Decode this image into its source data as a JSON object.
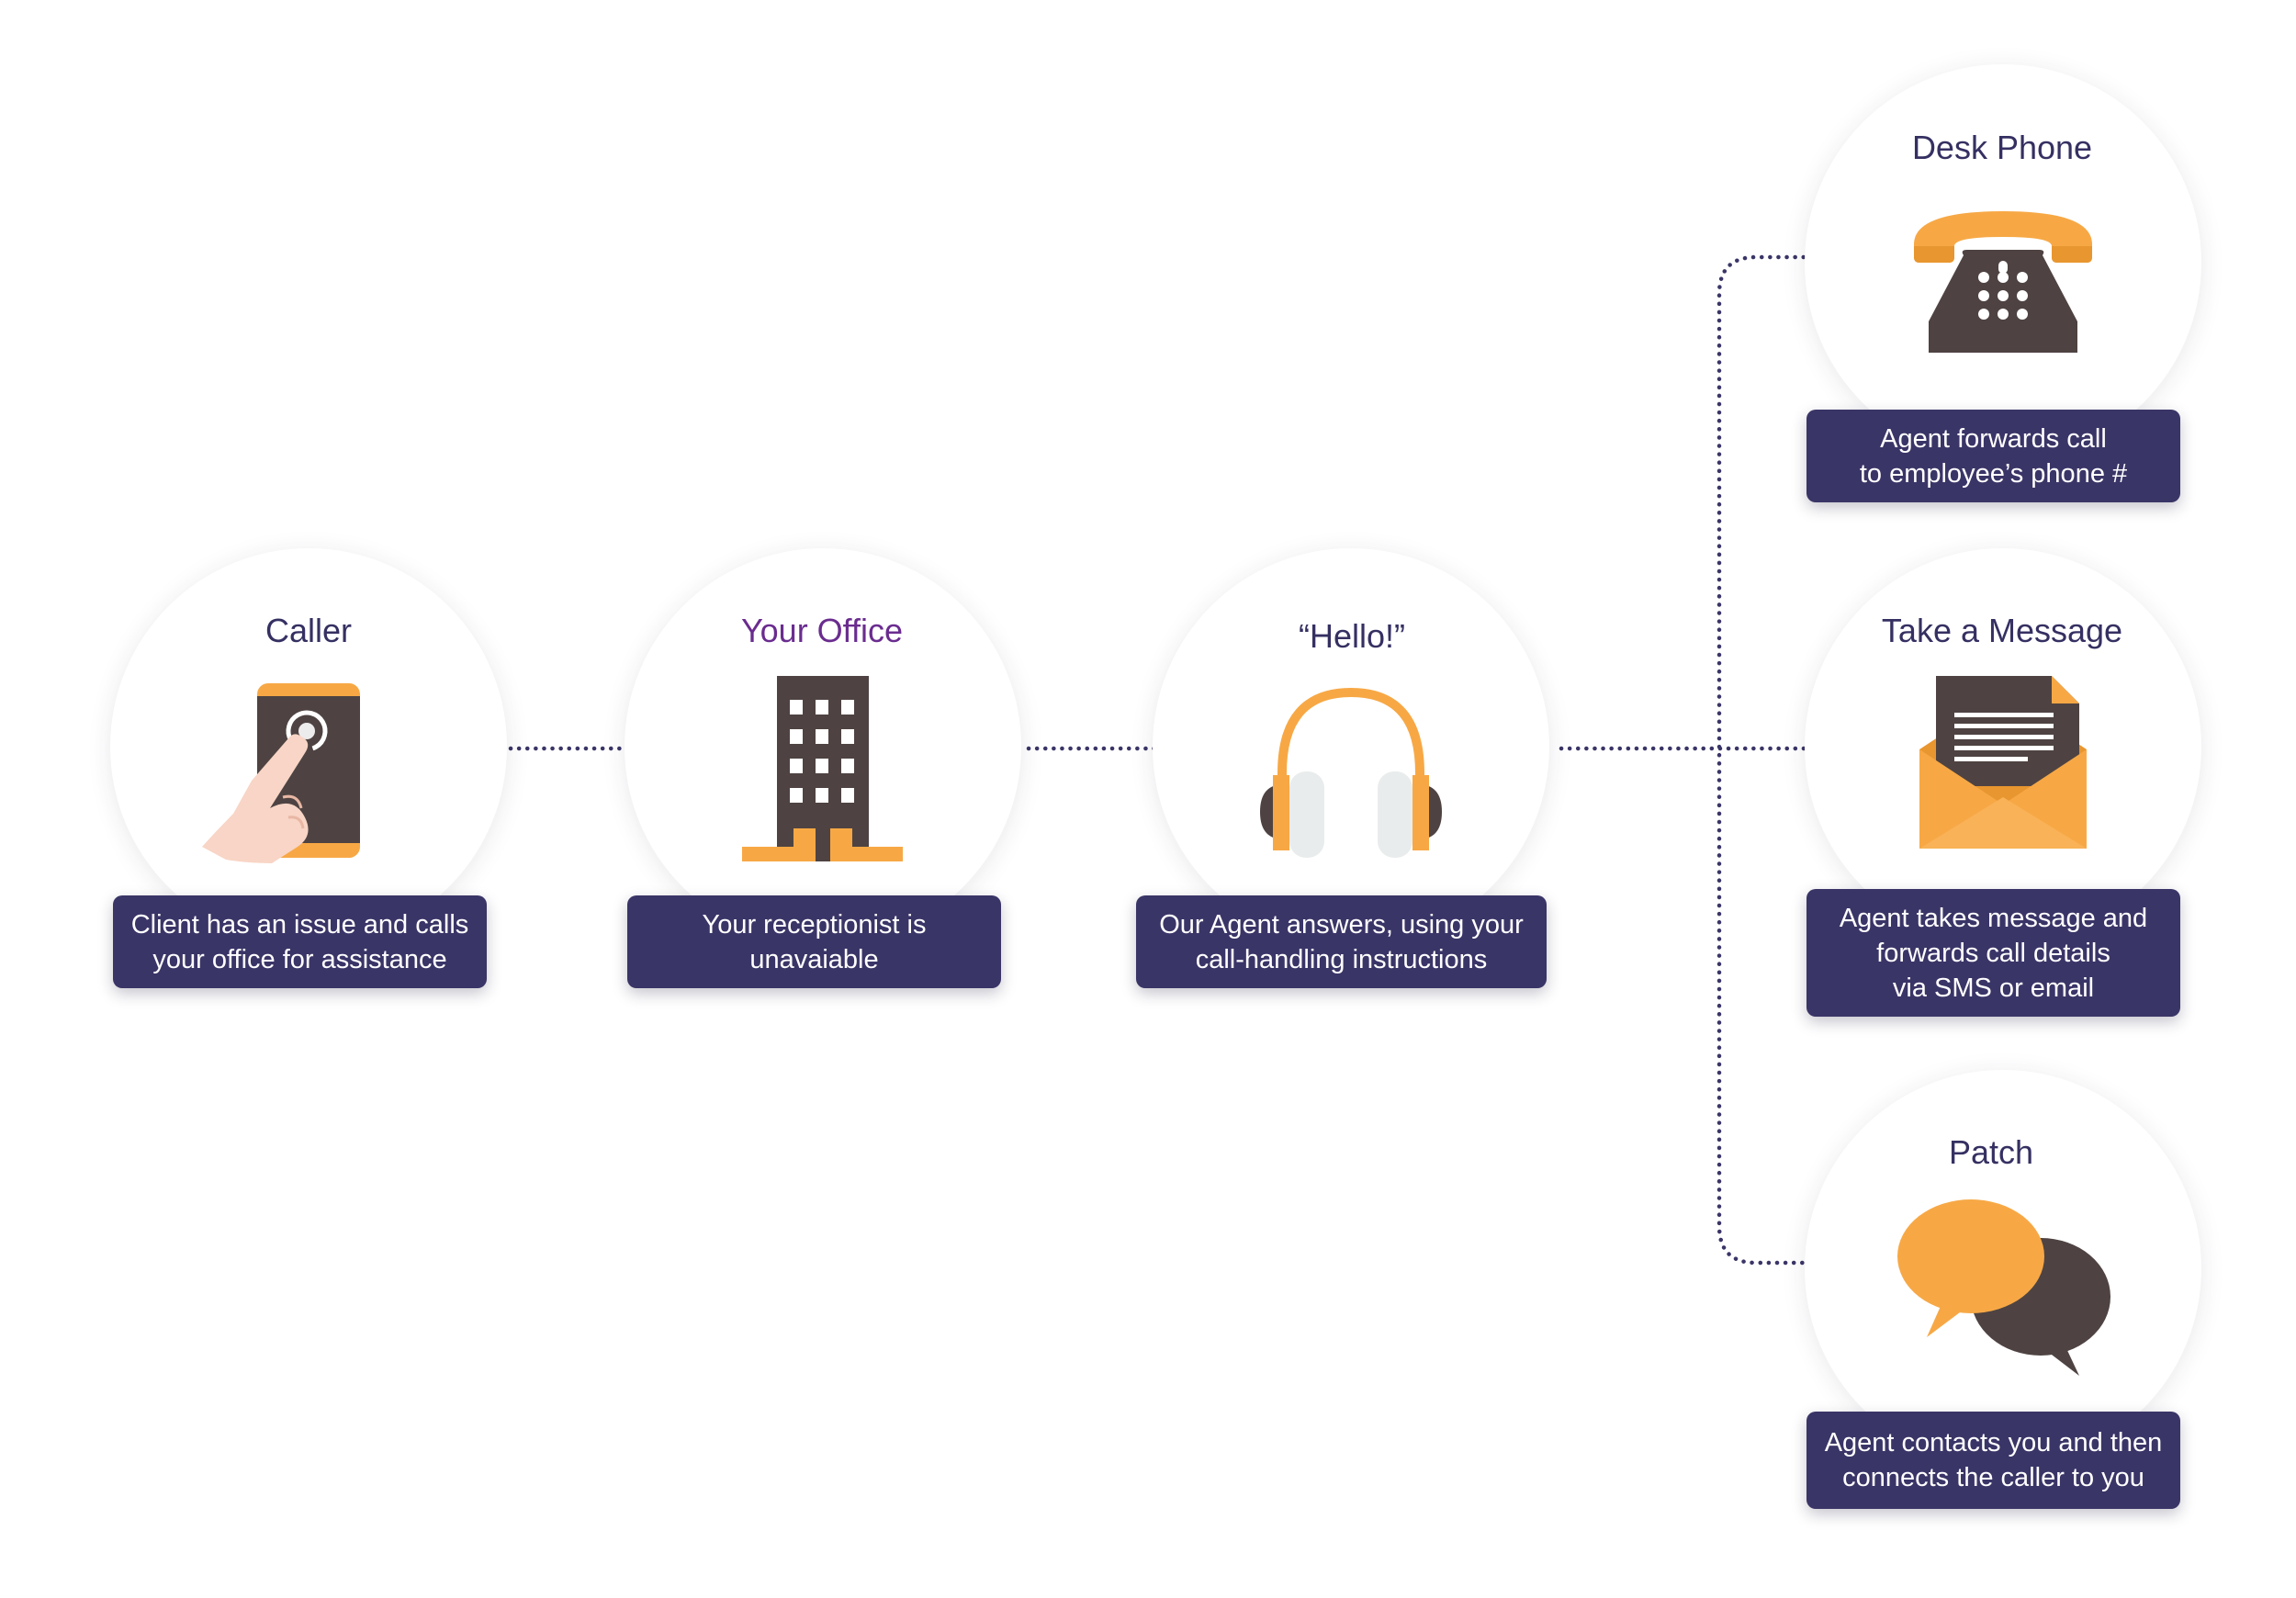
{
  "nodes": {
    "caller": {
      "title": "Caller",
      "lines": [
        "Client has an issue and calls",
        "your office for assistance"
      ]
    },
    "office": {
      "title": "Your Office",
      "lines": [
        "Your receptionist is",
        "unavaiable"
      ]
    },
    "agent": {
      "title": "“Hello!”",
      "lines": [
        "Our Agent answers, using your",
        "call-handling instructions"
      ]
    },
    "desk_phone": {
      "title": "Desk Phone",
      "lines": [
        "Agent forwards call",
        "to employee’s phone #"
      ]
    },
    "message": {
      "title": "Take a Message",
      "lines": [
        "Agent takes message and",
        "forwards call details",
        "via SMS or email"
      ]
    },
    "patch": {
      "title": "Patch",
      "lines": [
        "Agent contacts you and then",
        "connects the caller to you"
      ]
    }
  },
  "icons": {
    "caller": "smartphone-tap-icon",
    "office": "office-building-icon",
    "agent": "headset-icon",
    "desk_phone": "desk-phone-icon",
    "message": "envelope-letter-icon",
    "patch": "speech-bubbles-icon"
  },
  "colors": {
    "box_bg": "#3a3567",
    "title_text": "#353062",
    "office_title": "#6a2c8f",
    "orange": "#f7a845",
    "dark_brown": "#4e4342",
    "connector": "#3a3567"
  }
}
